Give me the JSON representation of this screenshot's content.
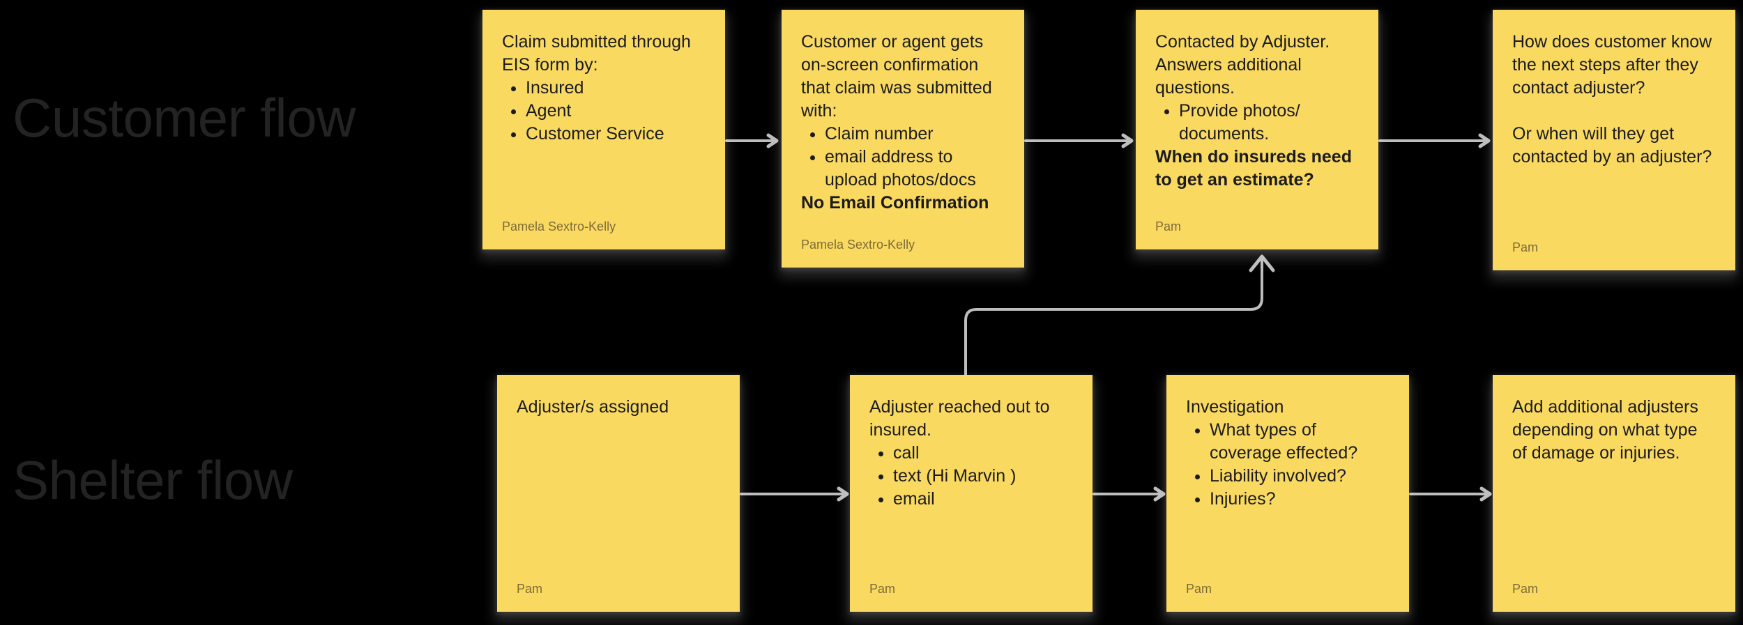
{
  "board": {
    "background_color": "#000000",
    "card_color": "#FAD961",
    "connector_color": "#BDBDBD",
    "label_color": "#232323"
  },
  "lanes": [
    {
      "id": "customer",
      "label": "Customer flow"
    },
    {
      "id": "shelter",
      "label": "Shelter flow"
    }
  ],
  "cards": {
    "claim_submitted": {
      "lines": [
        "Claim submitted through",
        "EIS form by:"
      ],
      "bullets": [
        "Insured",
        "Agent",
        "Customer Service"
      ],
      "author": "Pamela Sextro-Kelly"
    },
    "onscreen_confirm": {
      "lines": [
        "Customer or agent gets",
        "on-screen confirmation",
        "that claim was submitted",
        "with:"
      ],
      "bullets": [
        "Claim number",
        "email address to upload photos/docs"
      ],
      "bold_line": "No Email Confirmation",
      "author": "Pamela Sextro-Kelly"
    },
    "contacted_adjuster": {
      "lines": [
        "Contacted by Adjuster.",
        "Answers additional",
        "questions."
      ],
      "bullets": [
        "Provide photos/ documents."
      ],
      "bold_line": "When do insureds need to get an estimate?",
      "author": "Pam"
    },
    "next_steps": {
      "paragraph_1": "How does customer know the next steps after they contact adjuster?",
      "paragraph_2": "Or when will they get contacted by an adjuster?",
      "author": "Pam"
    },
    "adjusters_assigned": {
      "lines": [
        "Adjuster/s assigned"
      ],
      "author": "Pam"
    },
    "reached_out": {
      "lines": [
        "Adjuster reached out to",
        "insured."
      ],
      "bullets": [
        "call",
        "text (Hi Marvin )",
        "email"
      ],
      "author": "Pam"
    },
    "investigation": {
      "lines": [
        "Investigation"
      ],
      "bullets": [
        "What types of coverage effected?",
        "Liability involved?",
        "Injuries?"
      ],
      "author": "Pam"
    },
    "add_adjusters": {
      "lines": [
        "Add additional adjusters depending on what type of damage or injuries."
      ],
      "author": "Pam"
    }
  },
  "connectors": [
    {
      "name": "claim-submitted-to-onscreen-confirm",
      "kind": "arrow-right"
    },
    {
      "name": "onscreen-confirm-to-contacted-adjuster",
      "kind": "arrow-right"
    },
    {
      "name": "contacted-adjuster-to-next-steps",
      "kind": "arrow-right"
    },
    {
      "name": "adjusters-assigned-to-reached-out",
      "kind": "arrow-right"
    },
    {
      "name": "reached-out-to-investigation",
      "kind": "arrow-right"
    },
    {
      "name": "investigation-to-add-adjusters",
      "kind": "arrow-right"
    },
    {
      "name": "reached-out-to-contacted-adjuster",
      "kind": "elbow-up"
    }
  ]
}
